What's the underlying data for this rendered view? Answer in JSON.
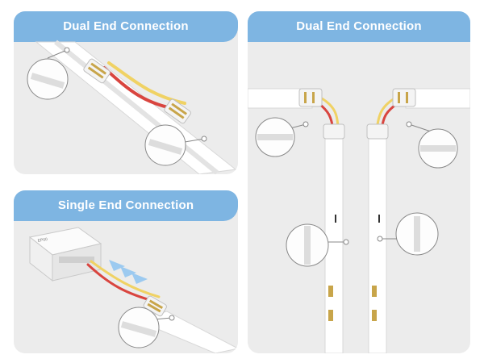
{
  "panels": {
    "dual_end_left": {
      "title": "Dual End Connection"
    },
    "single_end": {
      "title": "Single End Connection"
    },
    "dual_end_right": {
      "title": "Dual End Connection"
    }
  },
  "controller": {
    "label": "EP00"
  },
  "colors": {
    "header": "#7eb5e2",
    "panel_bg": "#ececec",
    "wire_red": "#d9453f",
    "wire_yellow": "#f0d264",
    "connector_gold": "#c8a54a"
  }
}
